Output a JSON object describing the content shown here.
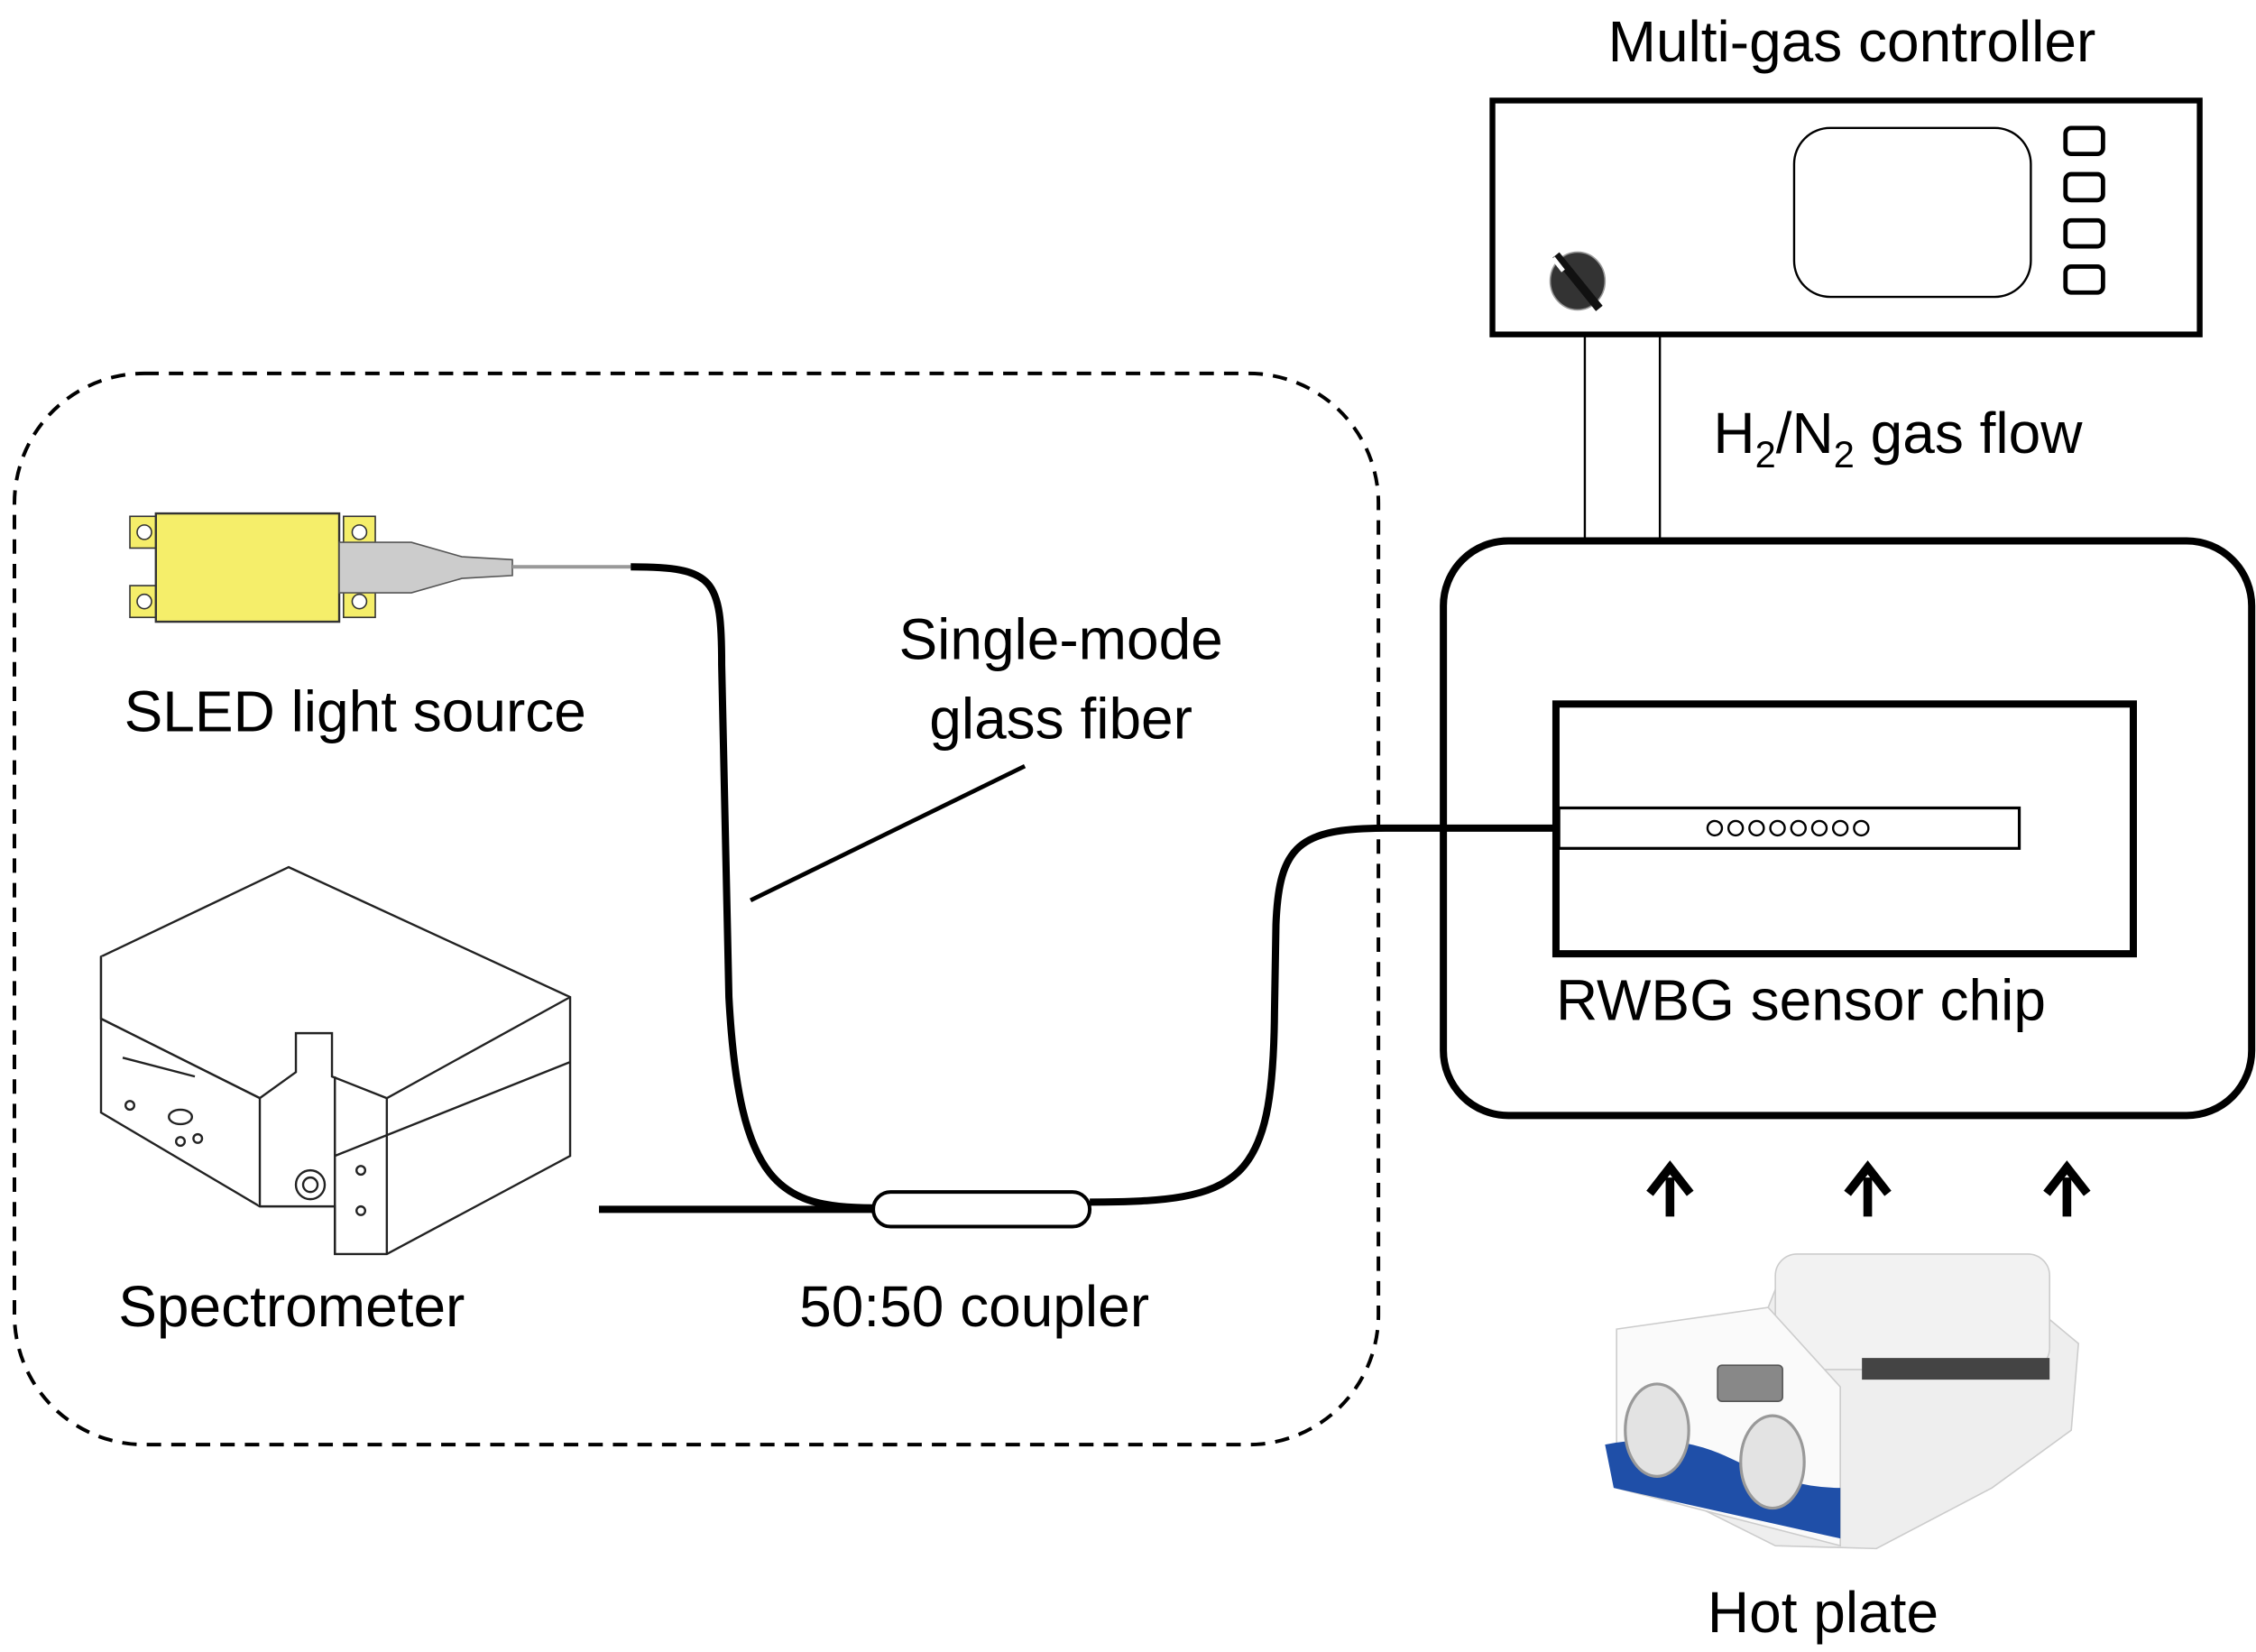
{
  "labels": {
    "controller": "Multi-gas controller",
    "gas_flow": {
      "h": "H",
      "sub1": "2",
      "slash_n": "/N",
      "sub2": "2",
      "rest": " gas flow"
    },
    "sensor_chip": "RWBG sensor chip",
    "hot_plate": "Hot plate",
    "sled": "SLED light source",
    "fiber_line1": "Single-mode",
    "fiber_line2": "glass fiber",
    "spectrometer": "Spectrometer",
    "coupler": "50:50 coupler"
  },
  "colors": {
    "sled_body": "#f5ee6a",
    "hotplate_accent": "#1f4fa8",
    "line": "#000000"
  },
  "icons": [
    "knob-icon",
    "up-arrow-icon",
    "sled-device",
    "spectrometer-device",
    "hot-plate-device"
  ]
}
